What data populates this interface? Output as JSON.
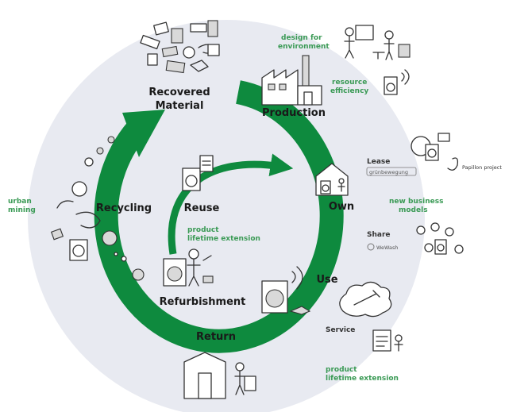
{
  "colors": {
    "ring": "#0e8a3e",
    "background_disc": "#e8eaf1",
    "accent_text": "#3a9a55",
    "label_text": "#1a1a1a"
  },
  "labels": {
    "recovered_material_line1": "Recovered",
    "recovered_material_line2": "Material",
    "production": "Production",
    "own": "Own",
    "use": "Use",
    "return": "Return",
    "refurbishment": "Refurbishment",
    "recycling": "Recycling",
    "reuse": "Reuse",
    "product_lifetime_inner_line1": "product",
    "product_lifetime_inner_line2": "lifetime extension",
    "design_line1": "design for",
    "design_line2": "environment",
    "resource_line1": "resource",
    "resource_line2": "efficiency",
    "lease": "Lease",
    "lease_brand": "grünbewegung",
    "papillon": "Papillon project",
    "new_business_line1": "new business",
    "new_business_line2": "models",
    "share": "Share",
    "share_brand": "WeWash",
    "service": "Service",
    "product_lifetime_outer_line1": "product",
    "product_lifetime_outer_line2": "lifetime extension",
    "urban_mining_line1": "urban",
    "urban_mining_line2": "mining"
  },
  "icons": [
    "scrap-pile-icon",
    "factory-icon",
    "engineers-icon",
    "washing-machine-icon",
    "house-icon",
    "people-sharing-icon",
    "tools-cloud-icon",
    "document-icon",
    "recycling-container-icon",
    "repair-person-icon",
    "gears-icon"
  ]
}
